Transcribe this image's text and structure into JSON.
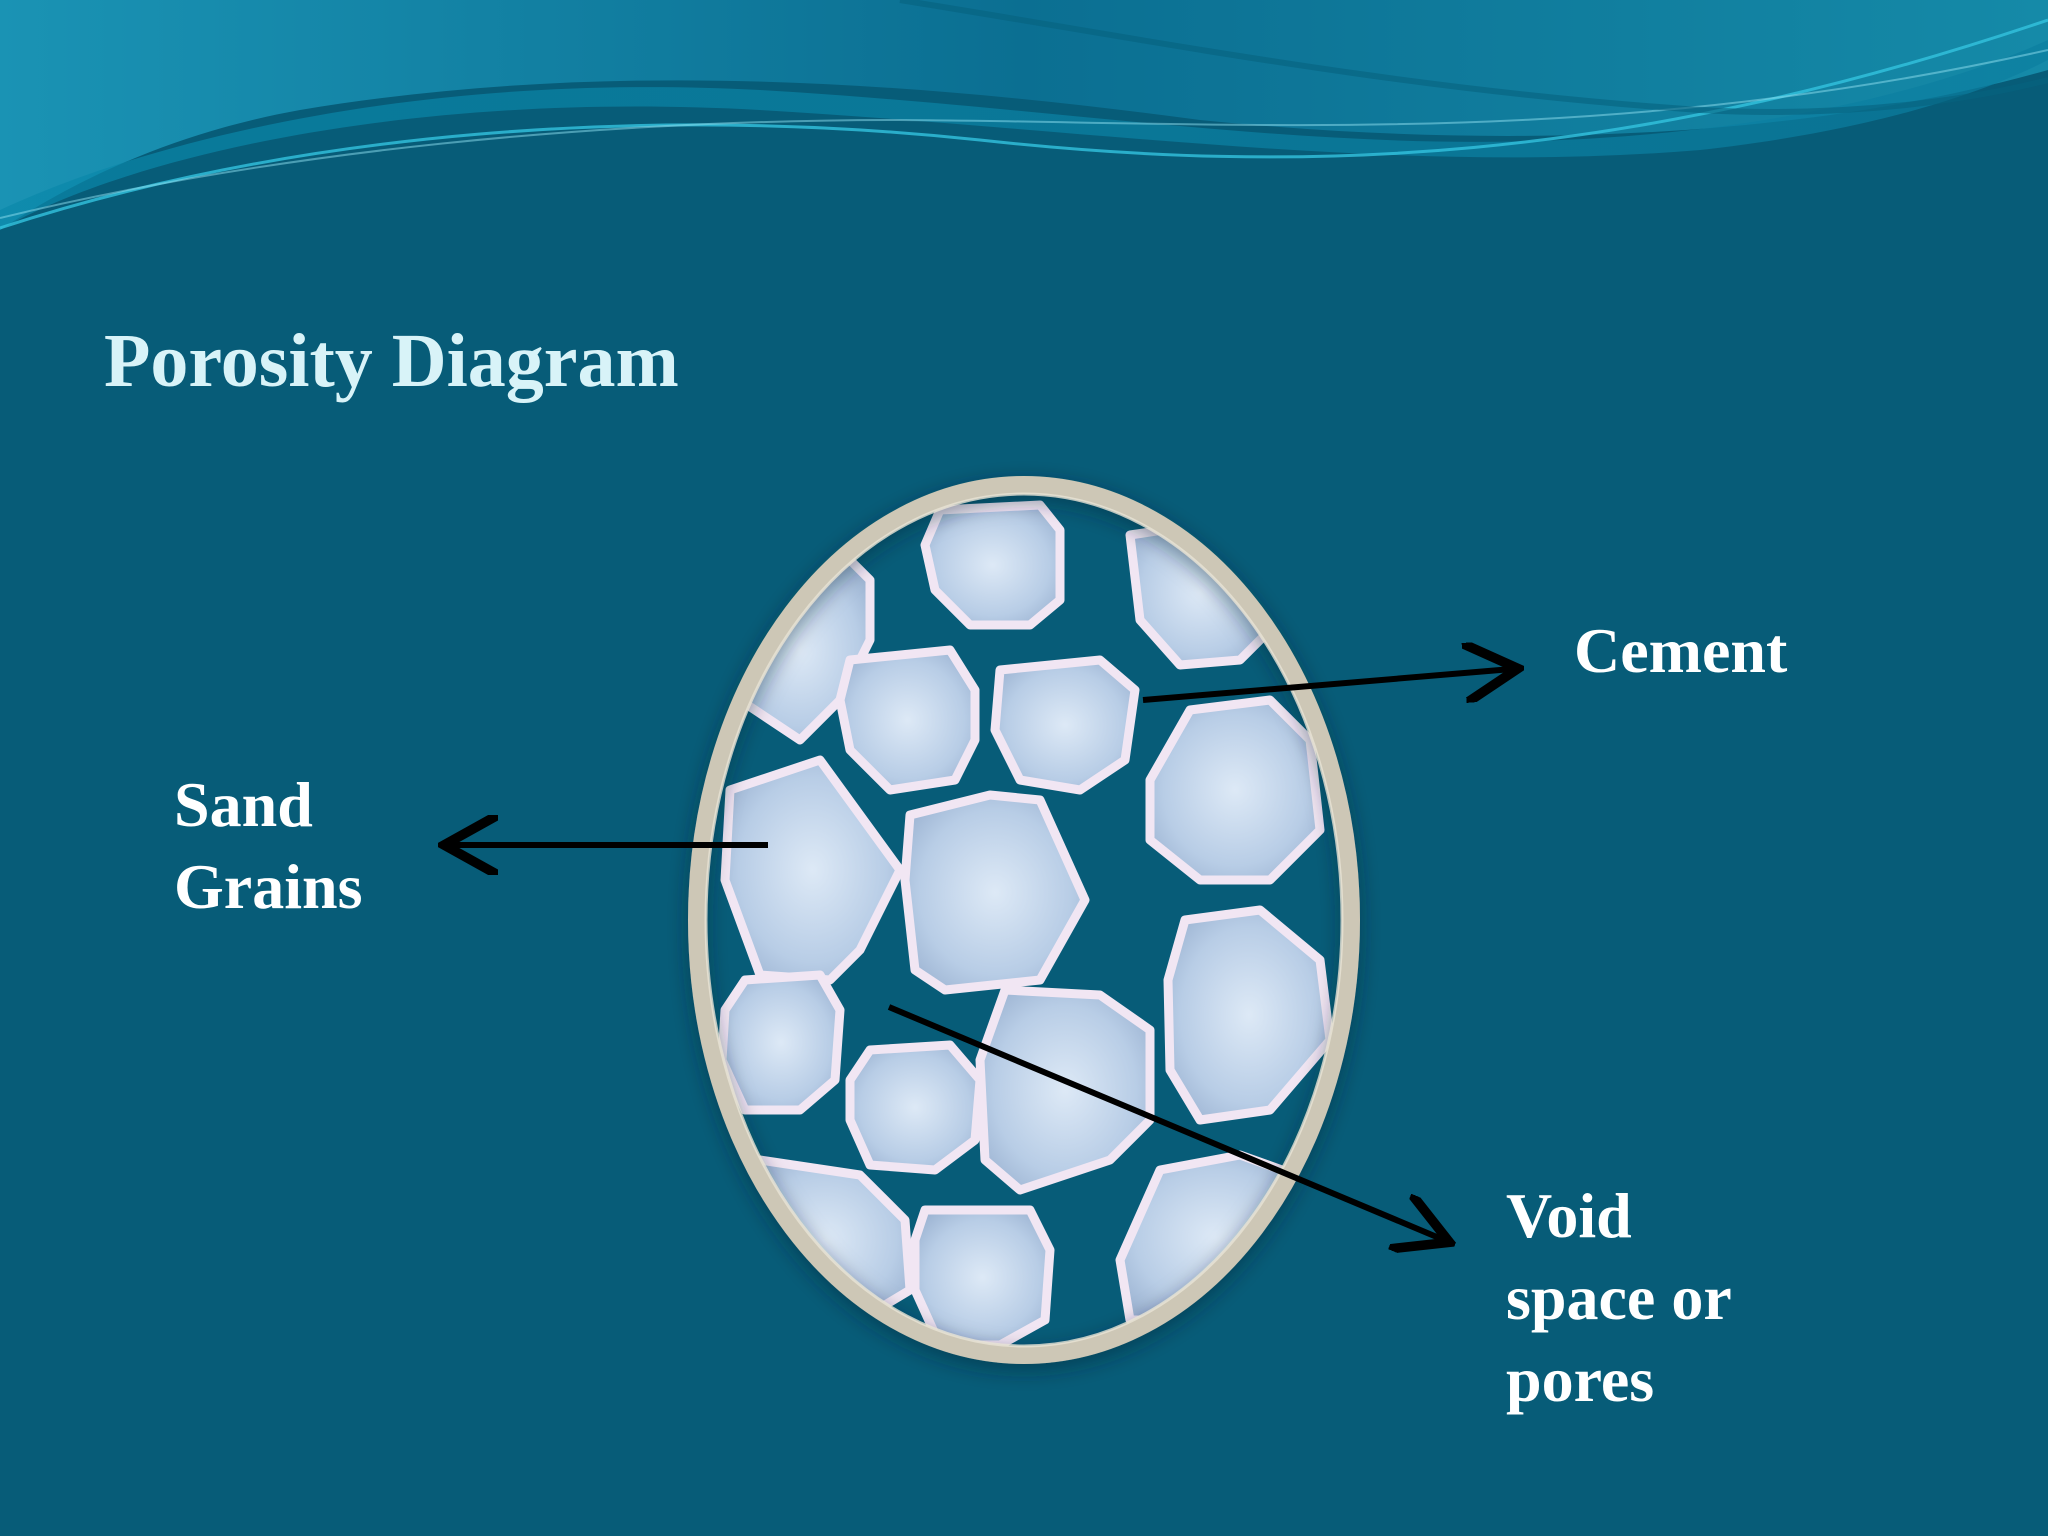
{
  "slide": {
    "title": "Porosity Diagram"
  },
  "labels": {
    "sand_grains": [
      "Sand",
      "Grains"
    ],
    "cement": "Cement",
    "void_space": [
      "Void",
      "space or",
      "pores"
    ]
  },
  "colors": {
    "background": "#075c78",
    "title": "#d8f3f8",
    "label_text": "#ffffff",
    "cement_ring": "#cdc7b6",
    "grain_fill": "#b9cde6",
    "grain_outline": "#f1e6f3",
    "arrow": "#000000"
  }
}
